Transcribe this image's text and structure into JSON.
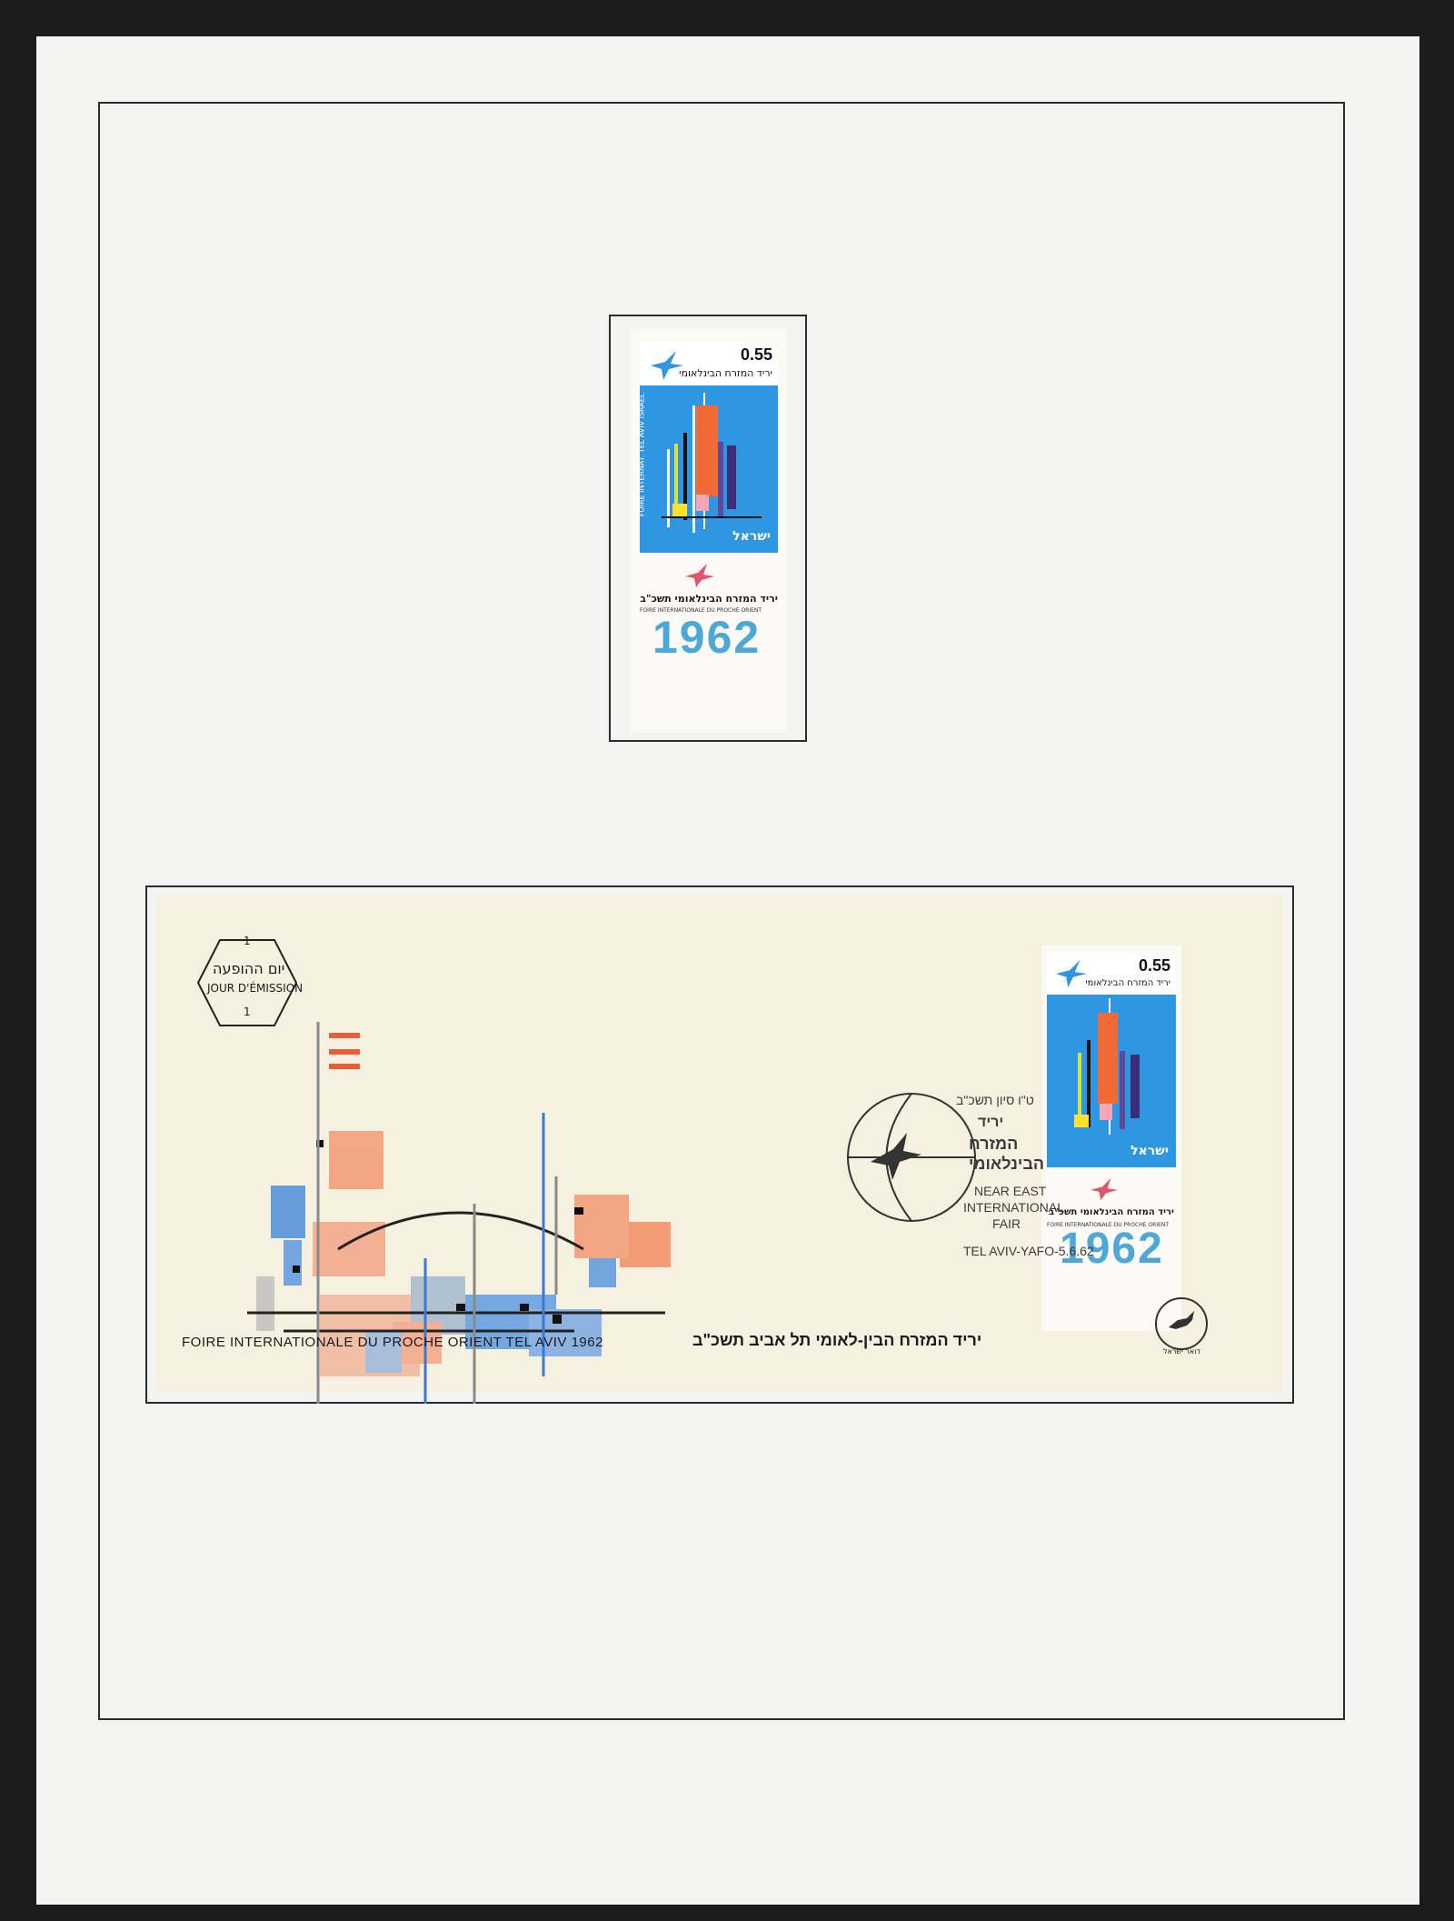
{
  "stamp": {
    "value": "0.55",
    "inscription_hebrew": "יריד המזרח הבינלאומי",
    "side_text": "FOIRE INTERNAT. TEL AVIV  ISRAEL",
    "country": "ישראל",
    "tab_hebrew": "יריד המזרח הבינלאומי תשכ\"ב",
    "tab_french": "FOIRE INTERNATIONALE DU PROCHE ORIENT",
    "tab_year": "1962"
  },
  "cover": {
    "cachet_hebrew": "יום ההופעה",
    "cachet_french": "JOUR D'ÉMISSION",
    "cachet_num": "1",
    "postmark_top": "ט\"ו סיון תשכ\"ב",
    "postmark_heb1": "יריד",
    "postmark_heb2": "המזרח",
    "postmark_heb3": "הבינלאומי",
    "postmark_line1": "NEAR EAST",
    "postmark_line2": "INTERNATIONAL",
    "postmark_line3": "FAIR",
    "postmark_bottom": "TEL AVIV-YAFO-5.6.62",
    "footer_french": "FOIRE INTERNATIONALE DU PROCHE ORIENT  TEL AVIV  1962",
    "footer_hebrew": "יריד המזרח הבין-לאומי  תל אביב  תשכ\"ב",
    "emblem_text": "דואר ישראל"
  },
  "colors": {
    "stamp_blue": "#2f97e2",
    "tab_year_blue": "#4ea8d6",
    "cover_paper": "#f6f0e0",
    "album_page": "#f3f4f2"
  }
}
